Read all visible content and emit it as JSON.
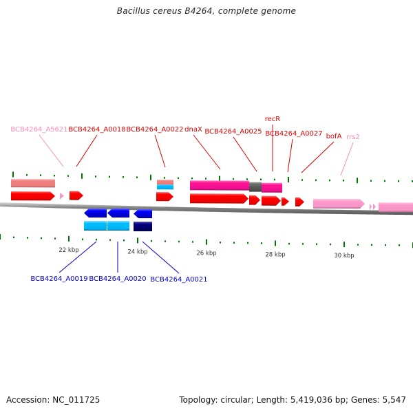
{
  "title": "Bacillus cereus B4264, complete genome",
  "footer": {
    "accession": "Accession: NC_011725",
    "summary": "Topology: circular; Length: 5,419,036 bp; Genes: 5,547"
  },
  "colors": {
    "forward_gene": "#ff0000",
    "forward_cds": "#f08080",
    "misc_feature": "#ff1493",
    "gap_feature": "#666666",
    "rrna": "#ff99cc",
    "reverse_gene": "#0000ff",
    "reverse_cds": "#00bfff",
    "reverse_cds_dark": "#000080",
    "tick": "#007700",
    "backbone": "#888888",
    "label_forward": "#dd0000",
    "label_rrna": "#ff88bb",
    "label_reverse": "#0000cc"
  },
  "scale": {
    "unit": "kbp",
    "tick_labels": [
      "22 kbp",
      "24 kbp",
      "26 kbp",
      "28 kbp",
      "30 kbp"
    ],
    "tick_label_values_kbp": [
      22,
      24,
      26,
      28,
      30
    ]
  },
  "features": {
    "forward_labels": [
      {
        "text": "BCB4264_A5621",
        "kind": "rrna"
      },
      {
        "text": "BCB4264_A0018",
        "kind": "forward"
      },
      {
        "text": "BCB4264_A0022",
        "kind": "forward"
      },
      {
        "text": "dnaX",
        "kind": "forward"
      },
      {
        "text": "BCB4264_A0025",
        "kind": "forward"
      },
      {
        "text": "recR",
        "kind": "forward"
      },
      {
        "text": "BCB4264_A0027",
        "kind": "forward"
      },
      {
        "text": "bofA",
        "kind": "forward"
      },
      {
        "text": "rrs2",
        "kind": "rrna"
      }
    ],
    "reverse_labels": [
      {
        "text": "BCB4264_A0019",
        "kind": "reverse"
      },
      {
        "text": "BCB4264_A0020",
        "kind": "reverse"
      },
      {
        "text": "BCB4264_A0021",
        "kind": "reverse"
      }
    ]
  }
}
